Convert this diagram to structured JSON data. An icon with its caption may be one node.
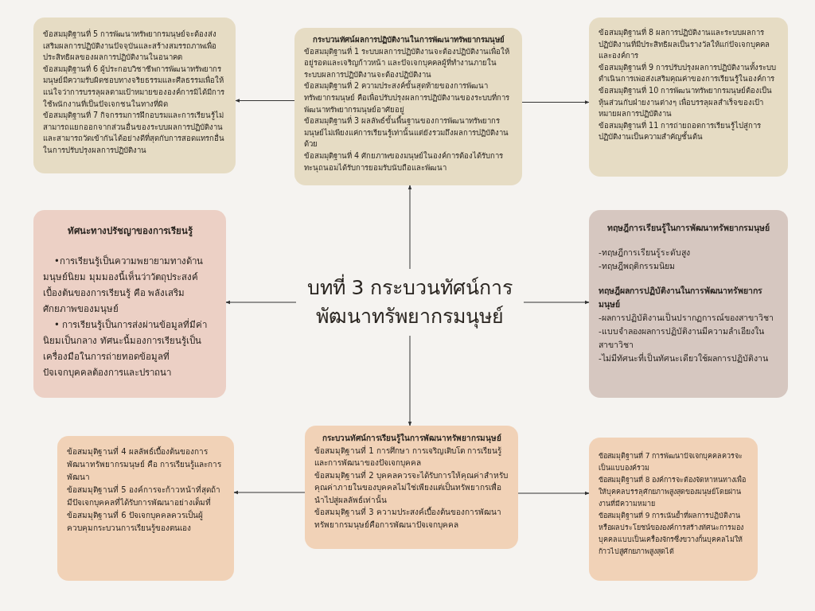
{
  "diagram": {
    "nodes": [
      {
        "text": [
          "ข้อสมมุติฐานที่ 5 การพัฒนาทรัพยากรมนุษย์จะต้องส่งเสริมผลการปฏิบัติงานปัจจุบันและสร้างสมรรถภาพเพื่อประสิทธิผลของผลการปฏิบัติงานในอนาคต",
          "ข้อสมมุติฐานที่ 6 ผู้ประกอบวิชาชีพการพัฒนาทรัพยากรมนุษย์มีความรับผิดชอบทางจริยธรรมและศีลธรรมเพื่อให้แน่ใจว่าการบรรลุผลตามเป้าหมายขององค์การมิได้มีการใช้พนักงานที่เป็นปัจเจกชนในทางที่ผิด",
          "ข้อสมมุติฐานที่ 7 กิจกรรมการฝึกอบรมและการเรียนรู้ไม่สามารถแยกออกจากส่วนอื่นของระบบผลการปฏิบัติงานและสามารถวัดเข้ากันได้อย่างดีที่สุดกับการสอดแทรกอื่นในการปรับปรุงผลการปฏิบัติงาน"
        ]
      },
      {
        "text": [
          "กระบวนทัศน์ผลการปฏิบัติงานในการพัฒนาทรัพยากรมนุษย์",
          "ข้อสมมุติฐานที่ 1 ระบบผลการปฏิบัติงานจะต้องปฏิบัติงานเพื่อให้อยู่รอดและเจริญก้าวหน้า และปัจเจกบุคคลผู้ที่ทำงานภายในระบบผลการปฏิบัติงานจะต้องปฏิบัติงาน",
          "ข้อสมมุติฐานที่ 2 ความประสงค์ขั้นสุดท้ายของการพัฒนาทรัพยากรมนุษย์ คือเพื่อปรับปรุงผลการปฏิบัติงานของระบบที่การพัฒนาทรัพยากรมนุษย์อาศัยอยู่",
          "ข้อสมมุติฐานที่ 3 ผลลัพธ์ขั้นพื้นฐานของการพัฒนาทรัพยากรมนุษย์ไม่เพียงแค่การเรียนรู้เท่านั้นแต่ยังรวมถึงผลการปฏิบัติงานด้วย",
          "ข้อสมมุติฐานที่ 4 ศักยภาพของมนุษย์ในองค์การต้องได้รับการทะนุถนอมได้รับการยอมรับนับถือและพัฒนา"
        ]
      },
      {
        "text": [
          "ข้อสมมุติฐานที่ 8 ผลการปฏิบัติงานและระบบผลการปฏิบัติงานที่มีประสิทธิผลเป็นรางวัลให้แก่ปัจเจกบุคคลและองค์การ",
          "ข้อสมมุติฐานที่ 9 การปรับปรุงผลการปฏิบัติงานทั้งระบบดำเนินการเพ่อส่งเสริมคุณค่าของการเรียนรู้ในองค์การ",
          "ข้อสมมุติฐานที่ 10 การพัฒนาทรัพยากรมนุษย์ต้องเป็นหุ้นส่วนกับฝ่ายงานต่างๆ เพื่อบรรลุผลสำเร็จของเป้าหมายผลการปฏิบัติงาน",
          "ข้อสมมุติฐานที่ 11 การถ่ายถอดการเรียนรู้ไปสู่การปฏิบัติงานเป็นความสำคัญชั้นต้น"
        ]
      },
      {
        "text": [
          "ทัศนะทางปรัชญาของการเรียนรู้",
          "•การเรียนรู้เป็นความพยายามทางด้านมนุษย์นิยม มุมมองนี้เห็นว่าวัตถุประสงค์เบื้องต้นของการเรียนรู้ คือ พลังเสริมศักยภาพของมนุษย์",
          "• การเรียนรู้เป็นการส่งผ่านข้อมูลที่มีค่านิยมเป็นกลาง ทัศนะนี้มองการเรียนรู้เป็นเครื่องมือในการถ่ายทอดข้อมูลที่ปัจเจกบุคคลต้องการและปราถนา"
        ]
      },
      {
        "text": [
          "บทที่ 3 กระบวนทัศน์การพัฒนาทรัพยากรมนุษย์"
        ]
      },
      {
        "text": [
          "ทฤษฎีการเรียนรู้ในการพัฒนาทรัพยากรมนุษย์",
          "-ทฤษฎีการเรียนรู้ระดับสูง",
          "-ทฤษฎีพฤติกรรมนิยม",
          "ทฤษฎีผลการปฏิบัติงานในการพัฒนาทรัพยากรมนุษย์",
          "-ผลการปฏิบัติงานเป็นปรากฏการณ์ของสาขาวิชา",
          "-แบบจำลองผลการปฏิบัติงานมีความลำเอียงในสาขาวิชา",
          "-ไม่มีทัศนะที่เป็นทัศนะเดียวใช้ผลการปฏิบัติงาน"
        ]
      },
      {
        "text": [
          "ข้อสมมุติฐานที่ 4 ผลลัพธ์เบื้องต้นของการพัฒนาทรัพยากรมนุษย์ คือ การเรียนรู้และการพัฒนา",
          "ข้อสมมุติฐานที่ 5 องค์การจะก้าวหน้าที่สุดถ้ามีปัจเจกบุคคลที่ได้รับการพัฒนาอย่างเต็มที่",
          "ข้อสมมุติฐานที่ 6 ปัจเจกบุคคลควรเป็นผู้ควบคุมกระบวนการเรียนรู้ของตนเอง"
        ]
      },
      {
        "text": [
          "กระบวนทัศน์การเรียนรู้ในการพัฒนาทรัพยากรมนุษย์",
          "ข้อสมมุติฐานที่ 1 การศึกษา การเจริญเติบโต การเรียนรู้และการพัฒนาของปัจเจกบุคคล",
          "ข้อสมมุติฐานที่ 2 บุคคลควรจะได้รับการให้คุณค่าสำหรับคุณค่าภายในของบุคคลไม่ใช่เพียงแต่เป็นทรัพยากรเพื่อนำไปสู่ผลลัพธ์เท่านั้น",
          "ข้อสมมุติฐานที่ 3 ความประสงค์เบื้องต้นของการพัฒนาทรัพยากรมนุษย์คือการพัฒนาปัจเจกบุคคล"
        ]
      },
      {
        "text": [
          "ข้อสมมุติฐานที่ 7 การพัฒนาปัจเจกบุคคลควรจะเป็นแบบองค์รวม",
          "ข้อสมมุติฐานที่ 8 องค์การจะต้องจัดหาหนทางเพื่อให้บุคคลบรรลุศักยภาพสูงสุดของมนุษย์โดยผ่านงานที่มีความหมาย",
          "ข้อสมมุติฐานที่ 9 การเน้นย้ำที่ผลการปฏิบัติงานหรือผลประโยชน์ขององค์การสร้างทัศนะการมองบุคคลแบบเป็นเครื่องจักรซึ่งขวางกั้นบุคคลไม่ให้ก้าวไปสู่ศักยภาพสูงสุดได้"
        ]
      }
    ],
    "edges": [
      {
        "from": 4,
        "to": 1,
        "arrow": "to"
      },
      {
        "from": 4,
        "to": 3,
        "arrow": "to"
      },
      {
        "from": 4,
        "to": 5,
        "arrow": "to"
      },
      {
        "from": 4,
        "to": 7,
        "arrow": "to"
      },
      {
        "from": 1,
        "to": 0,
        "arrow": "to"
      },
      {
        "from": 1,
        "to": 2,
        "arrow": "to"
      },
      {
        "from": 7,
        "to": 6,
        "arrow": "to"
      },
      {
        "from": 7,
        "to": 8,
        "arrow": "to"
      }
    ]
  }
}
